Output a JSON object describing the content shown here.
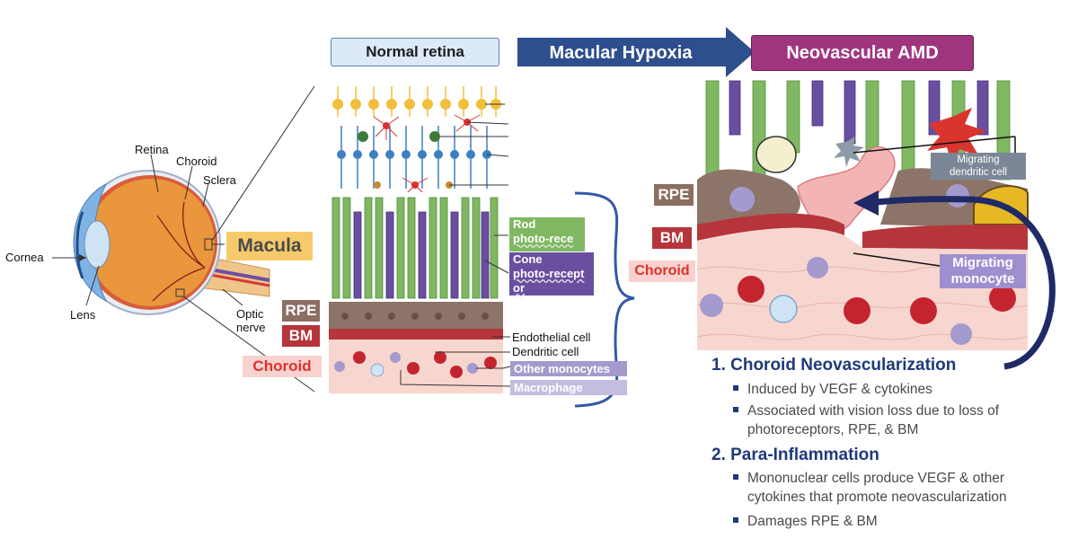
{
  "headers": {
    "normal_retina": "Normal retina",
    "macular_hypoxia": "Macular Hypoxia",
    "neovascular_amd": "Neovascular AMD"
  },
  "eye_labels": {
    "retina": "Retina",
    "choroid": "Choroid",
    "sclera": "Sclera",
    "cornea": "Cornea",
    "lens": "Lens",
    "optic_nerve_line1": "Optic",
    "optic_nerve_line2": "nerve",
    "macula": "Macula"
  },
  "normal_labels": {
    "rpe": "RPE",
    "bm": "BM",
    "choroid": "Choroid",
    "rod_line1": "Rod",
    "rod_line2": "photo-rece",
    "cone_line1": "Cone",
    "cone_line2": "photo-recept",
    "cone_line3": "or",
    "endothelial": "Endothelial cell",
    "dendritic": "Dendritic cell",
    "other_monocytes": "Other monocytes",
    "macrophage": "Macrophage"
  },
  "amd_labels": {
    "rpe": "RPE",
    "bm": "BM",
    "choroid": "Choroid",
    "migrating_dc_line1": "Migrating",
    "migrating_dc_line2": "dendritic cell",
    "migrating_mono_line1": "Migrating",
    "migrating_mono_line2": "monocyte"
  },
  "bullets": {
    "section1_title": "1. Choroid Neovascularization",
    "s1_b1": "Induced by VEGF & cytokines",
    "s1_b2_line1": "Associated with vision loss due to loss of",
    "s1_b2_line2": "photoreceptors, RPE, & BM",
    "section2_title": "2. Para-Inflammation",
    "s2_b1_line1": "Mononuclear cells produce VEGF & other",
    "s2_b1_line2": "cytokines that promote neovascularization",
    "s2_b2": "Damages RPE & BM"
  },
  "colors": {
    "arrow_blue": "#2d4f8e",
    "header_purple": "#a0357f",
    "macula_yellow": "#f6c96a",
    "rpe_brown": "#8c6e63",
    "bm_red": "#b5353a",
    "choroid_pink": "#f7d2cf",
    "navy": "#1f3a7a"
  }
}
